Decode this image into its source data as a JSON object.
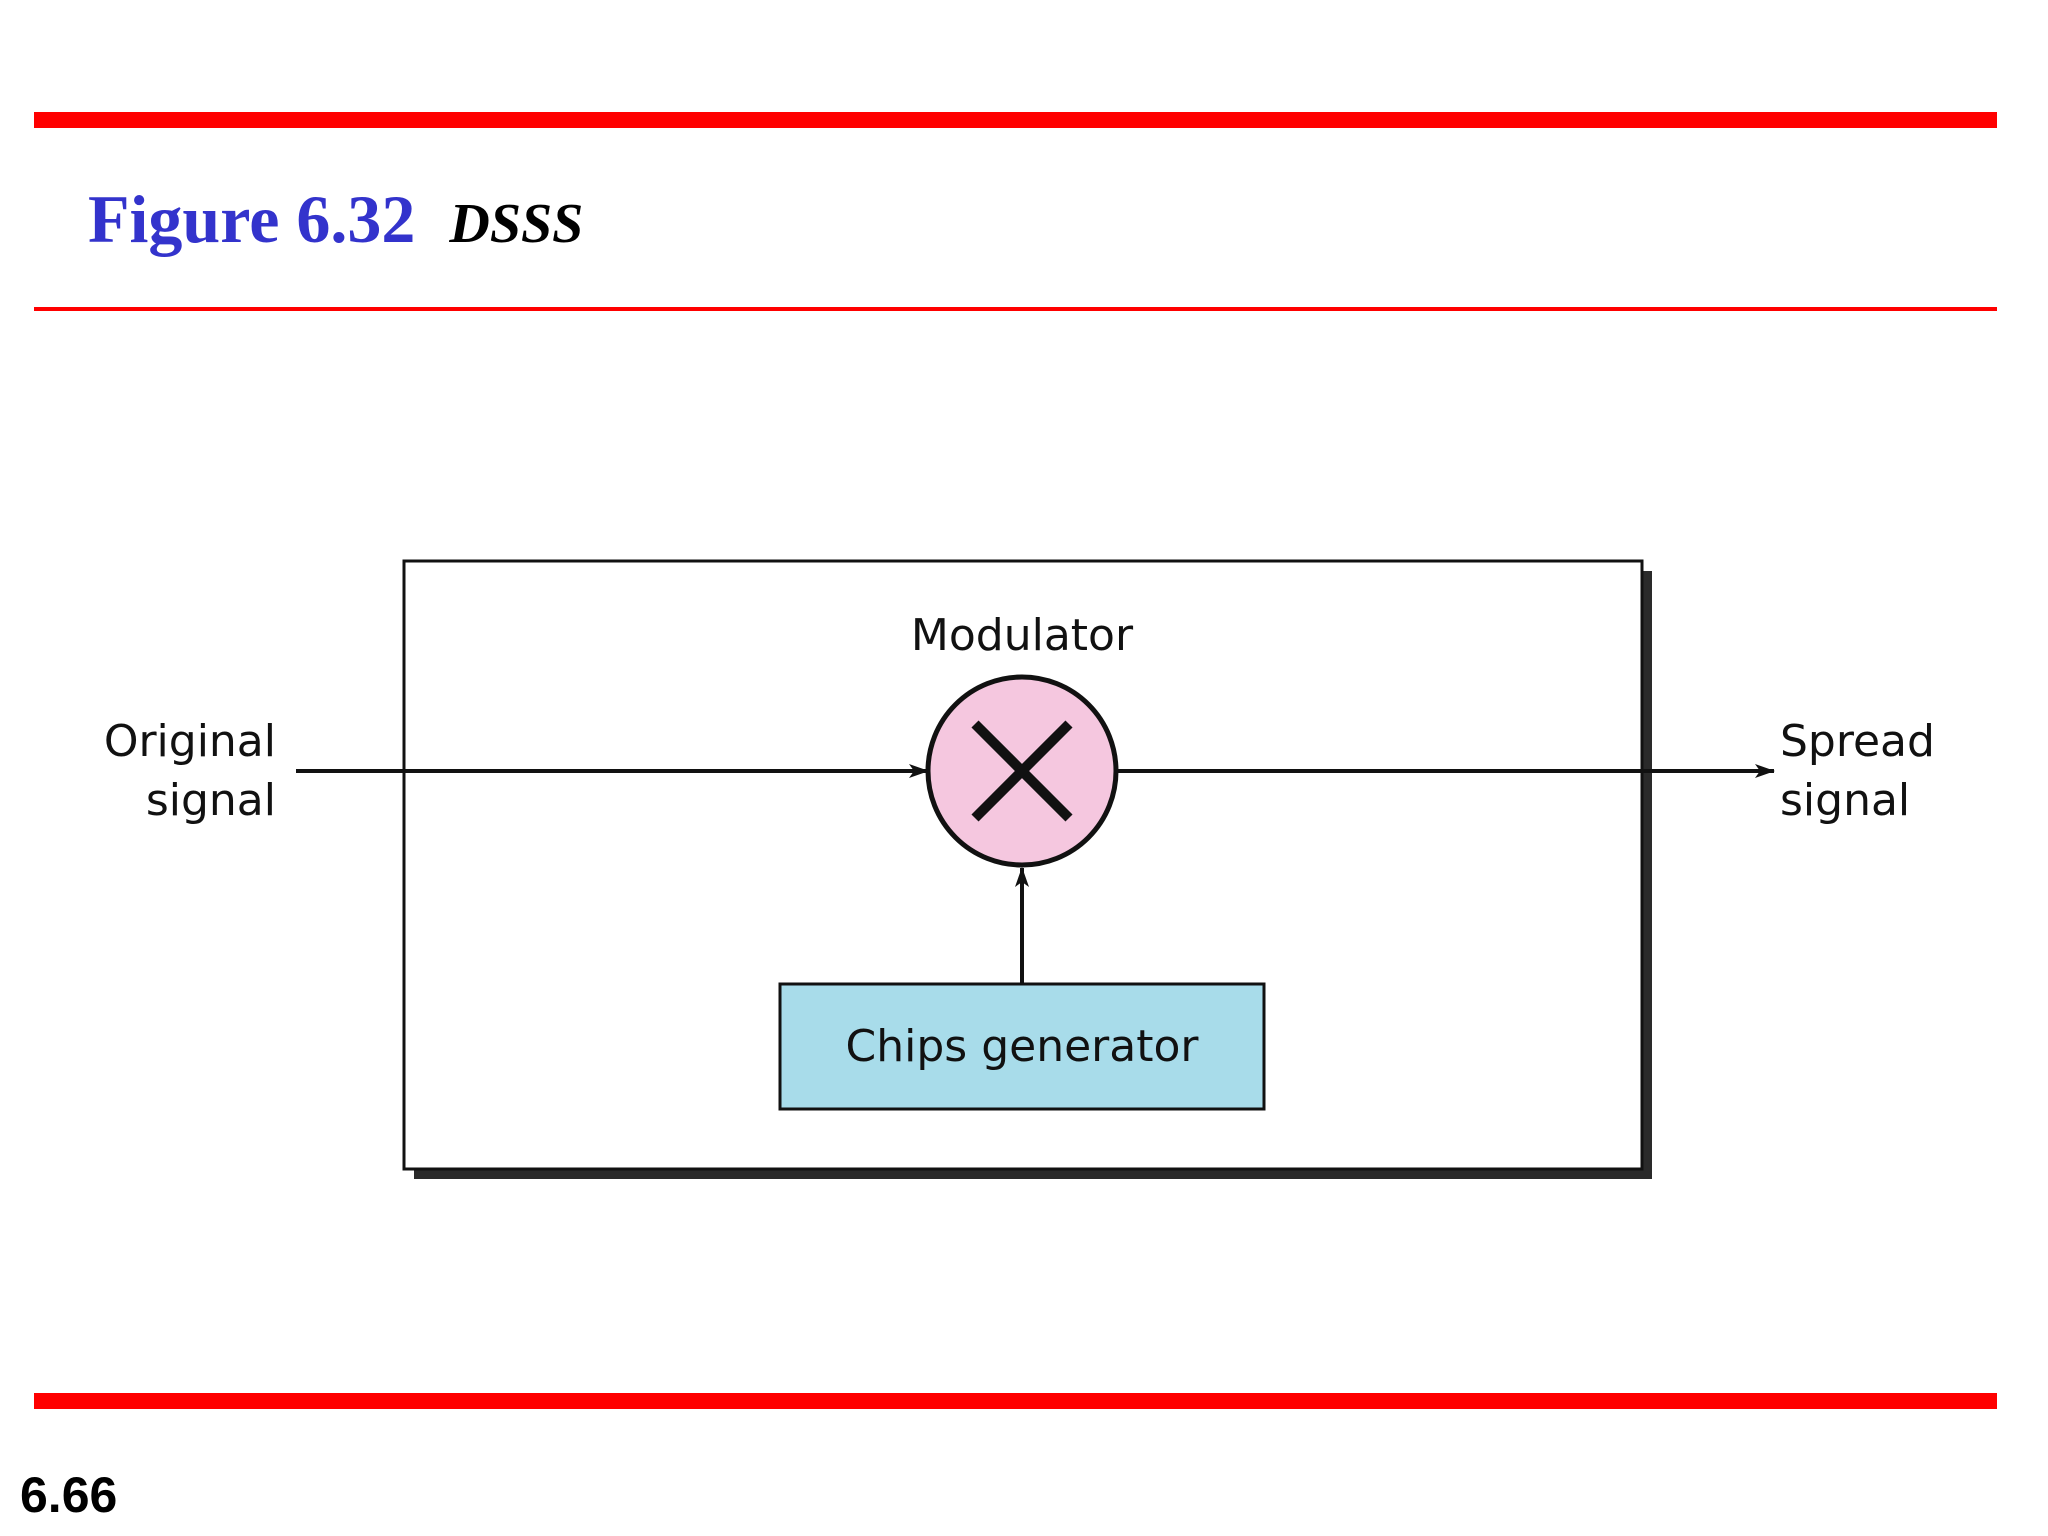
{
  "title": {
    "figure_number": "Figure 6.32",
    "figure_name": "DSSS"
  },
  "diagram": {
    "input_label": [
      "Original",
      "signal"
    ],
    "output_label": [
      "Spread",
      "signal"
    ],
    "modulator_label": "Modulator",
    "generator_label": "Chips generator",
    "colors": {
      "modulator_fill": "#f5c7df",
      "generator_fill": "#a8dcea",
      "rule": "#ff0000",
      "title": "#3333cc"
    }
  },
  "slide_number": "6.66"
}
